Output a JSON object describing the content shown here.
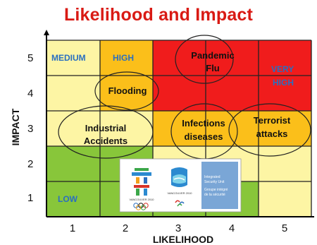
{
  "title": "Likelihood and Impact",
  "axes": {
    "y_label": "IMPACT",
    "x_label": "LIKELIHOOD",
    "y_ticks": [
      "1",
      "2",
      "3",
      "4",
      "5"
    ],
    "x_ticks": [
      "1",
      "2",
      "3",
      "4",
      "5"
    ]
  },
  "zones": {
    "medium": "MEDIUM",
    "high": "HIGH",
    "very_high_line1": "VERY",
    "very_high_line2": "HIGH",
    "low": "LOW"
  },
  "risks": {
    "pandemic_line1": "Pandemic",
    "pandemic_line2": "Flu",
    "flooding": "Flooding",
    "industrial_line1": "Industrial",
    "industrial_line2": "Accidents",
    "infections_line1": "Infections",
    "infections_line2": "diseases",
    "terrorist_line1": "Terrorist",
    "terrorist_line2": "attacks"
  },
  "logo": {
    "text_line1": "Integrated",
    "text_line2": "Security Unit",
    "text_line3": "Groupe intégré",
    "text_line4": "de la sécurité",
    "caption_left": "VANCOUVER 2010",
    "caption_right": "VANCOUVER 2010"
  },
  "colors": {
    "red": "#f01c1c",
    "orange": "#fbbf1a",
    "yellow": "#fdf5a4",
    "green": "#88c63a",
    "zone_text_blue": "#2a6fc0",
    "title_red": "#d91a14"
  }
}
